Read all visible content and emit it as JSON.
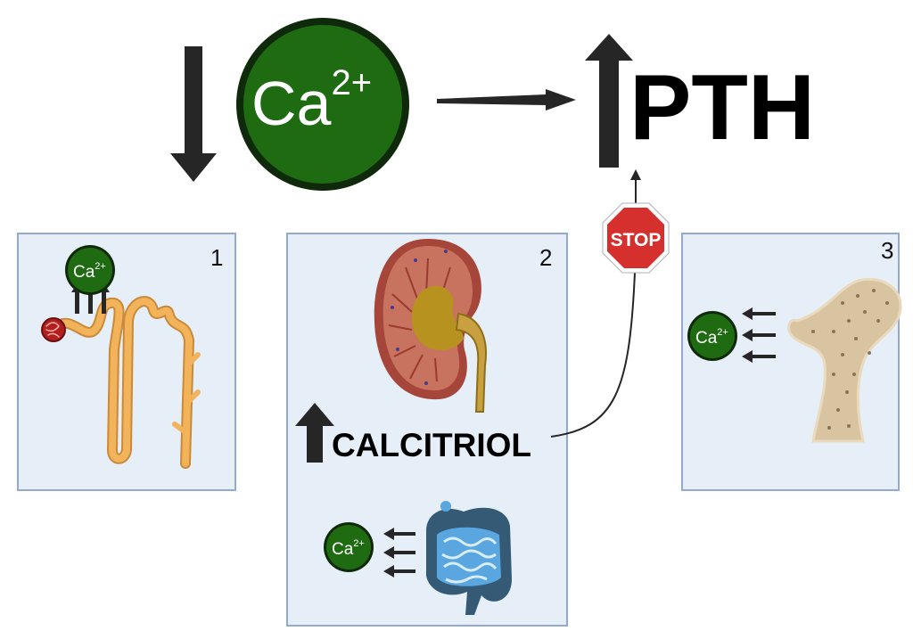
{
  "header": {
    "calcium_label": "Ca",
    "calcium_charge": "2+",
    "hormone_label": "PTH"
  },
  "panels": [
    {
      "number": "1",
      "calcium_label": "Ca",
      "calcium_charge": "2+"
    },
    {
      "number": "2",
      "hormone_label": "CALCITRIOL",
      "calcium_label": "Ca",
      "calcium_charge": "2+"
    },
    {
      "number": "3",
      "calcium_label": "Ca",
      "calcium_charge": "2+"
    }
  ],
  "feedback": {
    "stop_label": "STOP"
  },
  "colors": {
    "calcium_fill": "#1e6b12",
    "calcium_dark": "#0f2a0a",
    "panel_fill": "#e6eef8",
    "panel_border": "#93a9d4",
    "arrow": "#262626",
    "stop_red": "#d6302e",
    "tubule": "#f2b35a",
    "kidney": "#c8735f",
    "bone": "#d9c4a1",
    "intestine": "#5aa6e0"
  },
  "icons": [
    "calcium-ion-icon",
    "down-arrow-icon",
    "up-arrow-icon",
    "right-arrow-icon",
    "nephron-icon",
    "kidney-icon",
    "intestine-icon",
    "femur-bone-icon",
    "stop-sign-icon"
  ]
}
